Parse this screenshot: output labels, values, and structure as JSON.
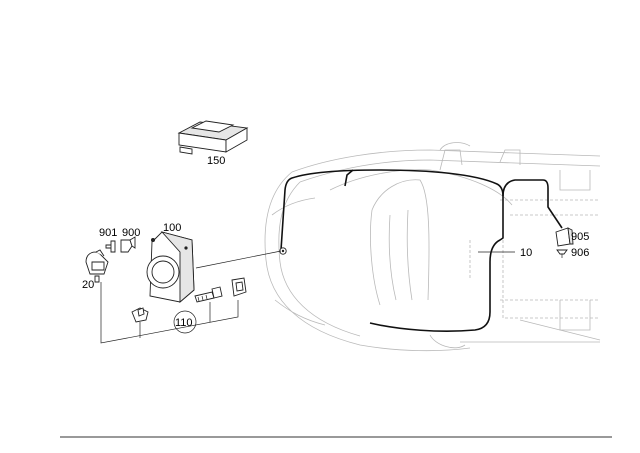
{
  "labels": {
    "p150": "150",
    "p901": "901",
    "p900": "900",
    "p100": "100",
    "p20": "20",
    "p110": "110",
    "p10": "10",
    "p905": "905",
    "p906": "906"
  }
}
